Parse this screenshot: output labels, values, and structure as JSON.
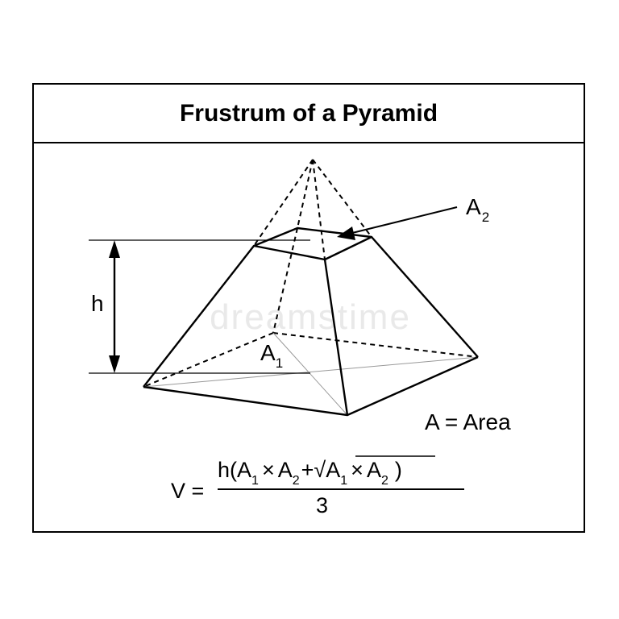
{
  "title": "Frustrum of a Pyramid",
  "watermark": "dreamstime",
  "labels": {
    "height": "h",
    "top_area": "A",
    "top_area_sub": "2",
    "base_area": "A",
    "base_area_sub": "1"
  },
  "area_note": "A = Area",
  "formula": {
    "lhs": "V =",
    "num_open": "h(A",
    "sub1": "1",
    "times": "×",
    "a": "A",
    "sub2": "2",
    "plus_sqrt": "+√A",
    "close": ")",
    "denominator": "3"
  }
}
